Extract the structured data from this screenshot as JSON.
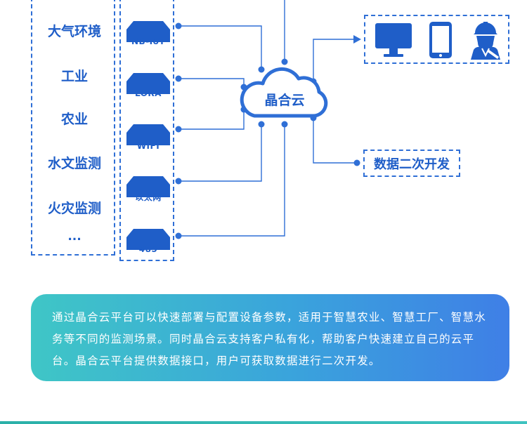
{
  "applications": {
    "items": [
      "大气环境",
      "工业",
      "农业",
      "水文监测",
      "火灾监测",
      "..."
    ]
  },
  "networks": {
    "items": [
      "NB-IoT",
      "LORA",
      "WIFI",
      "以太网",
      "485"
    ]
  },
  "cloud": {
    "label": "晶合云"
  },
  "terminals": {
    "icons": [
      "monitor-icon",
      "phone-icon",
      "engineer-icon"
    ]
  },
  "secondary_dev": {
    "label": "数据二次开发"
  },
  "description": {
    "text": "通过晶合云平台可以快速部署与配置设备参数，适用于智慧农业、智慧工厂、智慧水务等不同的监测场景。同时晶合云支持客户私有化，帮助客户快速建立自己的云平台。晶合云平台提供数据接口，用户可获取数据进行二次开发。"
  },
  "colors": {
    "primary": "#2f6fd6",
    "text_blue": "#1f5ec8",
    "card_gradient_start": "#3fc6c6",
    "card_gradient_end": "#3f7fe6"
  }
}
